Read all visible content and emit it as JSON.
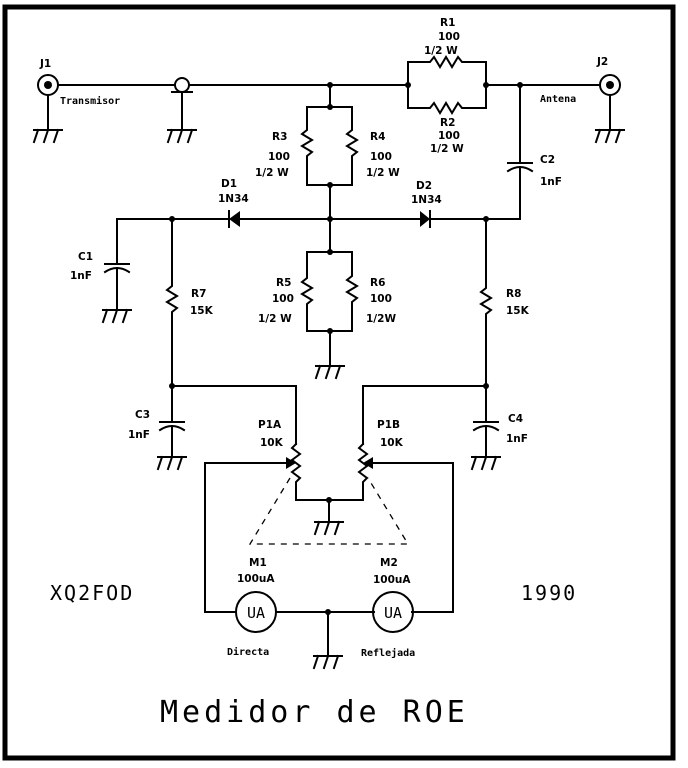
{
  "title": "Medidor de ROE",
  "author": "XQ2FOD",
  "year": "1990",
  "connectors": {
    "j1": {
      "ref": "J1",
      "label": "Transmisor"
    },
    "j2": {
      "ref": "J2",
      "label": "Antena"
    }
  },
  "resistors": {
    "r1": {
      "ref": "R1",
      "value": "100",
      "power": "1/2 W"
    },
    "r2": {
      "ref": "R2",
      "value": "100",
      "power": "1/2 W"
    },
    "r3": {
      "ref": "R3",
      "value": "100",
      "power": "1/2 W"
    },
    "r4": {
      "ref": "R4",
      "value": "100",
      "power": "1/2 W"
    },
    "r5": {
      "ref": "R5",
      "value": "100",
      "power": "1/2 W"
    },
    "r6": {
      "ref": "R6",
      "value": "100",
      "power": "1/2W"
    },
    "r7": {
      "ref": "R7",
      "value": "15K"
    },
    "r8": {
      "ref": "R8",
      "value": "15K"
    }
  },
  "diodes": {
    "d1": {
      "ref": "D1",
      "part": "1N34"
    },
    "d2": {
      "ref": "D2",
      "part": "1N34"
    }
  },
  "capacitors": {
    "c1": {
      "ref": "C1",
      "value": "1nF"
    },
    "c2": {
      "ref": "C2",
      "value": "1nF"
    },
    "c3": {
      "ref": "C3",
      "value": "1nF"
    },
    "c4": {
      "ref": "C4",
      "value": "1nF"
    }
  },
  "potentiometers": {
    "p1a": {
      "ref": "P1A",
      "value": "10K"
    },
    "p1b": {
      "ref": "P1B",
      "value": "10K"
    }
  },
  "meters": {
    "m1": {
      "ref": "M1",
      "value": "100uA",
      "symbol": "UA",
      "label": "Directa"
    },
    "m2": {
      "ref": "M2",
      "value": "100uA",
      "symbol": "UA",
      "label": "Reflejada"
    }
  }
}
